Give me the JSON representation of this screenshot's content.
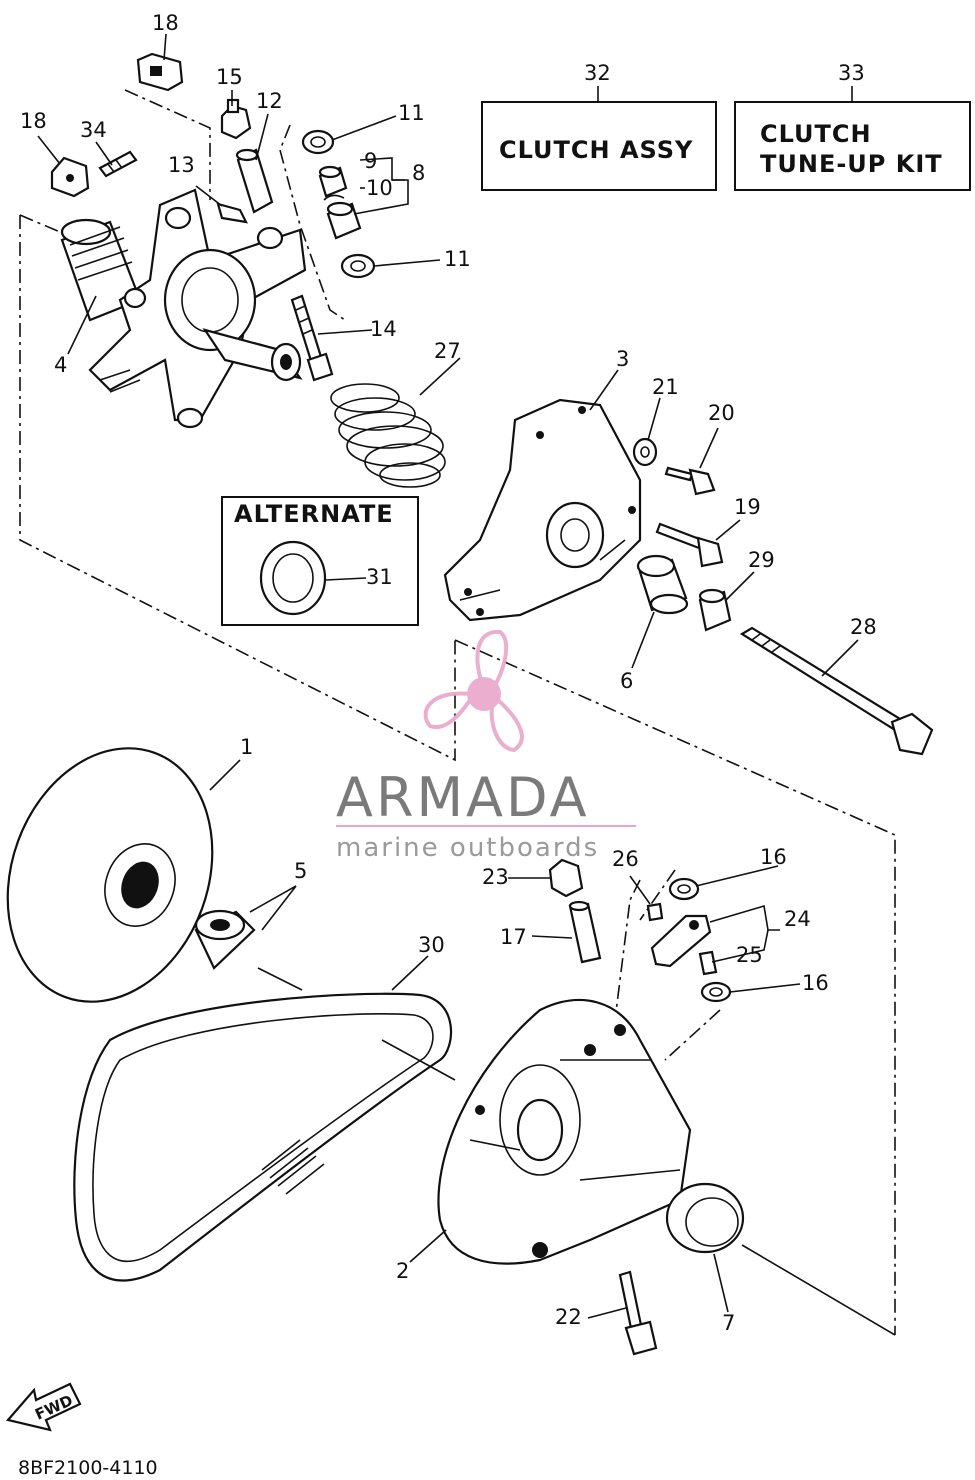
{
  "boxes": {
    "clutch_assy": "CLUTCH ASSY",
    "tune_up_line1": "CLUTCH",
    "tune_up_line2": "TUNE-UP KIT",
    "alternate": "ALTERNATE"
  },
  "callouts": {
    "c1": "1",
    "c2": "2",
    "c3": "3",
    "c4": "4",
    "c5": "5",
    "c6": "6",
    "c7": "7",
    "c8": "8",
    "c9": "9",
    "c10": "10",
    "c11a": "11",
    "c11b": "11",
    "c12": "12",
    "c13": "13",
    "c14": "14",
    "c15": "15",
    "c16a": "16",
    "c16b": "16",
    "c17": "17",
    "c18a": "18",
    "c18b": "18",
    "c19": "19",
    "c20": "20",
    "c21": "21",
    "c22": "22",
    "c23": "23",
    "c24": "24",
    "c25": "25",
    "c26": "26",
    "c27": "27",
    "c28": "28",
    "c29": "29",
    "c30": "30",
    "c31": "31",
    "c32": "32",
    "c33": "33",
    "c34": "34"
  },
  "fwd_label": "FWD",
  "diagram_code": "8BF2100-4110",
  "watermark": {
    "brand": "ARMADA",
    "tagline": "marine outboards"
  },
  "colors": {
    "line": "#111111",
    "watermark_logo": "#e9a6c9",
    "watermark_text": "#7a7a7a"
  }
}
